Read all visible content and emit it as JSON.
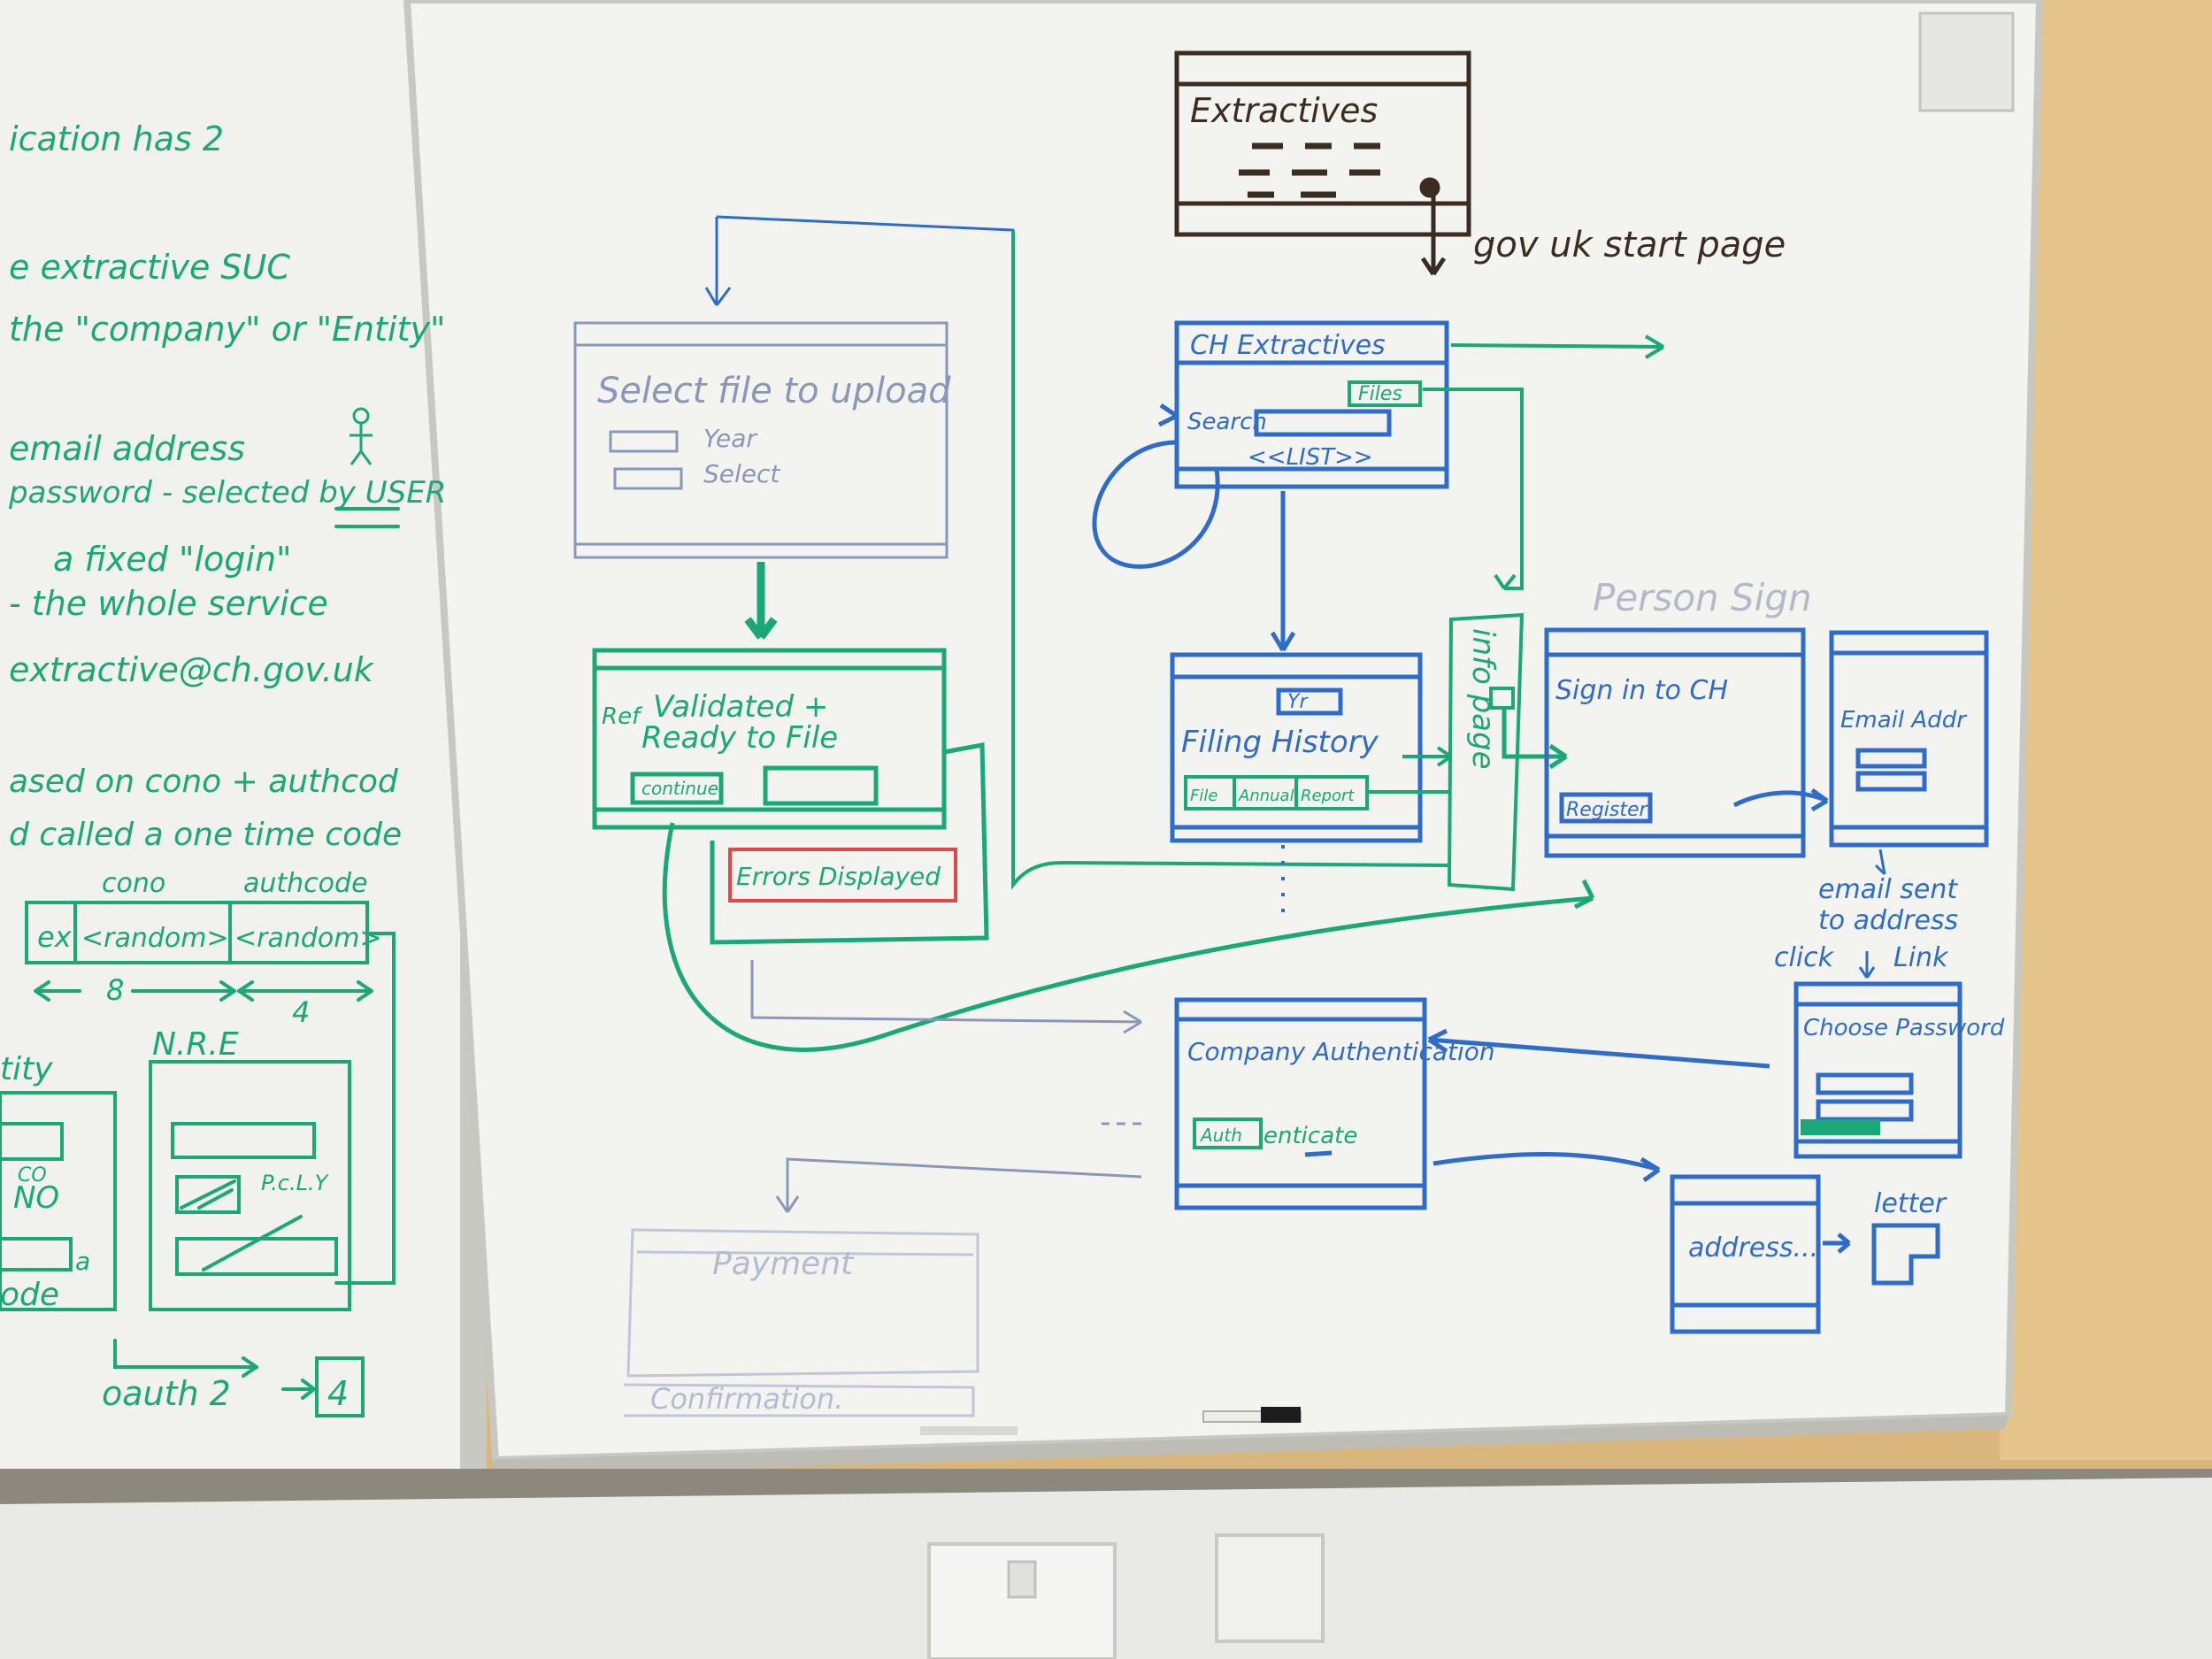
{
  "colors": {
    "green": "#1aa879",
    "blue": "#2f6cc9",
    "black": "#3a2c20",
    "red": "#e04848",
    "faded": "#9aa6c2",
    "board": "#f3f3ef",
    "wall": "#e7c890"
  },
  "left_board": {
    "lines": [
      "ication has 2",
      "e extractive SUC",
      "the \"company\" or \"Entity\"",
      "email address",
      "password - selected by USER",
      "a fixed \"login\"",
      "- the whole service",
      "extractive@ch.gov.uk",
      "ased on cono + authcod",
      "d called a one time code"
    ],
    "code_header_cono": "cono",
    "code_header_auth": "authcode",
    "code_cells": [
      "ex",
      "<random>",
      "<random>"
    ],
    "len_8": "8",
    "len_4": "4",
    "label_tity": "tity",
    "label_nre": "N.R.E",
    "label_co": "CO",
    "label_no": "NO",
    "label_a": "a",
    "label_ode": "ode",
    "label_pcly": "P.c.L.Y",
    "oauth": "oauth 2",
    "oauth_box": "4"
  },
  "main_board": {
    "extractives_title": "Extractives",
    "start_page": "gov uk start page",
    "ch_extractives": "CH  Extractives",
    "search": "Search",
    "files_btn": "Files",
    "list": "<<LIST>>",
    "select_file": "Select file to upload",
    "year": "Year",
    "select": "Select",
    "validated_prefix": "Ref",
    "validated_line1": "Validated +",
    "validated_line2": "Ready to File",
    "continue": "continue",
    "errors": "Errors Displayed",
    "filing_history": "Filing History",
    "yr": "Yr",
    "file_btn": "File",
    "annual_btn": "Annual",
    "report_btn": "Report",
    "info_page": "info page",
    "person_sign": "Person Sign",
    "sign_in": "Sign in to CH",
    "register": "Register",
    "email_addr": "Email Addr",
    "email_sent_1": "email sent",
    "email_sent_2": "to address",
    "email_sent_3": "click",
    "email_sent_4": "Link",
    "choose_password": "Choose Password",
    "company_auth": "Company Authentication",
    "auth_btn": "Auth",
    "authenticate": "enticate",
    "address": "address...",
    "letter": "letter",
    "payment": "Payment",
    "confirmation": "Confirmation."
  }
}
